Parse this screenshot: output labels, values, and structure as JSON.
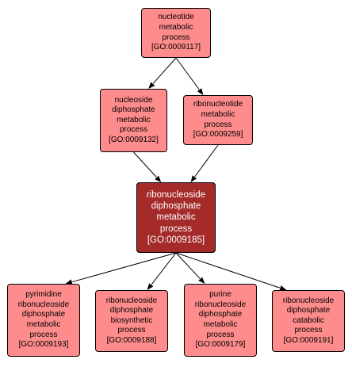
{
  "colors": {
    "node_fill": "#ff8c8c",
    "focus_fill": "#a52a2a",
    "edge": "#000000"
  },
  "nodes": [
    {
      "id": "go_0009117",
      "label": "nucleotide\nmetabolic\nprocess\n[GO:0009117]",
      "focus": false
    },
    {
      "id": "go_0009132",
      "label": "nucleoside\ndiphosphate\nmetabolic\nprocess\n[GO:0009132]",
      "focus": false
    },
    {
      "id": "go_0009259",
      "label": "ribonucleotide\nmetabolic\nprocess\n[GO:0009259]",
      "focus": false
    },
    {
      "id": "go_0009185",
      "label": "ribonucleoside\ndiphosphate\nmetabolic\nprocess\n[GO:0009185]",
      "focus": true
    },
    {
      "id": "go_0009193",
      "label": "pyrimidine\nribonucleoside\ndiphosphate\nmetabolic\nprocess\n[GO:0009193]",
      "focus": false
    },
    {
      "id": "go_0009188",
      "label": "ribonucleoside\ndiphosphate\nbiosynthetic\nprocess\n[GO:0009188]",
      "focus": false
    },
    {
      "id": "go_0009179",
      "label": "purine\nribonucleoside\ndiphosphate\nmetabolic\nprocess\n[GO:0009179]",
      "focus": false
    },
    {
      "id": "go_0009191",
      "label": "ribonucleoside\ndiphosphate\ncatabolic\nprocess\n[GO:0009191]",
      "focus": false
    }
  ],
  "edges": [
    {
      "from": "go_0009117",
      "to": "go_0009132"
    },
    {
      "from": "go_0009117",
      "to": "go_0009259"
    },
    {
      "from": "go_0009132",
      "to": "go_0009185"
    },
    {
      "from": "go_0009259",
      "to": "go_0009185"
    },
    {
      "from": "go_0009185",
      "to": "go_0009193"
    },
    {
      "from": "go_0009185",
      "to": "go_0009188"
    },
    {
      "from": "go_0009185",
      "to": "go_0009179"
    },
    {
      "from": "go_0009185",
      "to": "go_0009191"
    }
  ]
}
